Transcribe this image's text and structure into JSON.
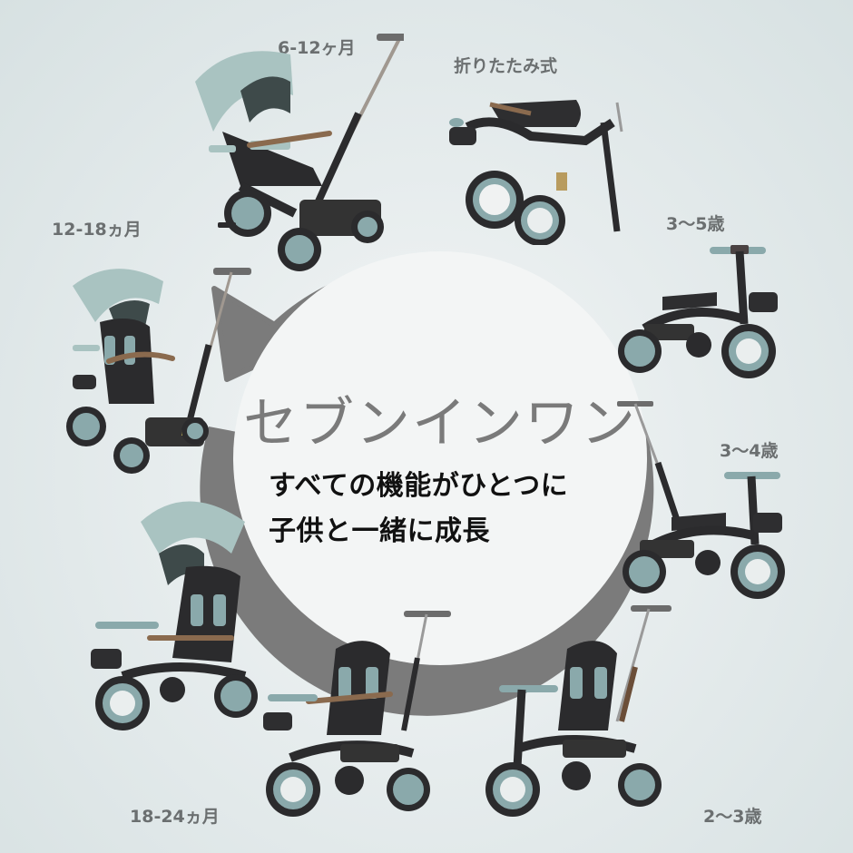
{
  "infographic": {
    "title": "セブンインワン",
    "tagline": {
      "line1": "すべての機能がひとつに",
      "line2": "子供と一緒に成長"
    },
    "colors": {
      "background": "#e3eaeb",
      "arrow": "#7a7a7a",
      "title_text": "#7a7a7a",
      "tagline_text": "#111111",
      "label_text": "#6b6f70",
      "canopy_mint": "#a9c3c1",
      "frame_black": "#2b2b2d",
      "wheel_hub": "#8aa9ab",
      "wood_trim": "#8a6a4e"
    },
    "stages": [
      {
        "id": "6-12m",
        "label": "6-12ヶ月",
        "mode": "canopy-recline"
      },
      {
        "id": "folded",
        "label": "折りたたみ式",
        "mode": "folded"
      },
      {
        "id": "3-5y",
        "label": "3〜5歳",
        "mode": "trike-no-seat-back"
      },
      {
        "id": "3-4y",
        "label": "3〜4歳",
        "mode": "trike-push-bar"
      },
      {
        "id": "2-3y",
        "label": "2〜3歳",
        "mode": "seat-push-bar"
      },
      {
        "id": "18-24m",
        "label": "18-24ヵ月",
        "mode": "seat-push-bar-guard"
      },
      {
        "id": "12-18m",
        "label": "12-18ヵ月",
        "mode": "canopy-upright"
      }
    ]
  }
}
